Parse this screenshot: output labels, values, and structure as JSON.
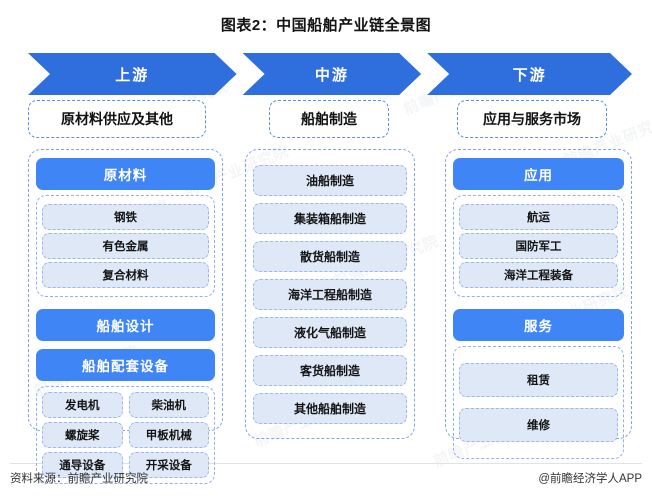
{
  "title": "图表2：中国船舶产业链全景图",
  "stages": [
    {
      "label": "上游"
    },
    {
      "label": "中游"
    },
    {
      "label": "下游"
    }
  ],
  "columns": {
    "upstream": {
      "header": "原材料供应及其他",
      "groups": [
        {
          "title": "原材料",
          "items": [
            "钢铁",
            "有色金属",
            "复合材料"
          ]
        },
        {
          "title": "船舶设计",
          "items": []
        },
        {
          "title": "船舶配套设备",
          "items": [
            "发电机",
            "柴油机",
            "螺旋桨",
            "甲板机械",
            "通导设备",
            "开采设备"
          ]
        }
      ]
    },
    "midstream": {
      "header": "船舶制造",
      "items": [
        "油船制造",
        "集装箱船制造",
        "散货船制造",
        "海洋工程船制造",
        "液化气船制造",
        "客货船制造",
        "其他船舶制造"
      ]
    },
    "downstream": {
      "header": "应用与服务市场",
      "groups": [
        {
          "title": "应用",
          "items": [
            "航运",
            "国防军工",
            "海洋工程装备"
          ]
        },
        {
          "title": "服务",
          "items": [
            "租赁",
            "维修"
          ]
        }
      ]
    }
  },
  "footer": {
    "source": "资料来源：前瞻产业研究院",
    "credit": "@前瞻经济学人APP"
  },
  "watermark_text": "前瞻产业研究院",
  "colors": {
    "arrow_blue": "#2f6fdd",
    "pill_blue": "#3f85f5",
    "pill_light": "#dfe8f7",
    "dashed_border": "#7fa3e4"
  }
}
